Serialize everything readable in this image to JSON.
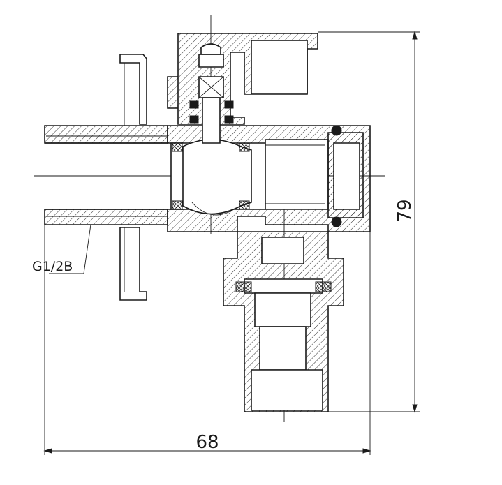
{
  "drawing": {
    "thread_label": "G1/2B",
    "dim_width": "68",
    "dim_height": "79"
  }
}
